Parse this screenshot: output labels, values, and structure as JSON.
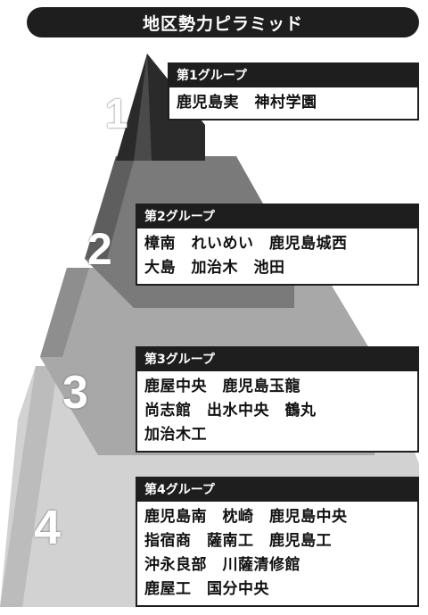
{
  "title": "地区勢力ピラミッド",
  "groups": [
    {
      "number": "1",
      "label": "第1グループ",
      "lines": [
        "鹿児島実　神村学園"
      ]
    },
    {
      "number": "2",
      "label": "第2グループ",
      "lines": [
        "樟南　れいめい　鹿児島城西",
        "大島　加治木　池田"
      ]
    },
    {
      "number": "3",
      "label": "第3グループ",
      "lines": [
        "鹿屋中央　鹿児島玉龍",
        "尚志館　出水中央　鶴丸",
        "加治木工"
      ]
    },
    {
      "number": "4",
      "label": "第4グループ",
      "lines": [
        "鹿児島南　枕崎　鹿児島中央",
        "指宿商　薩南工　鹿児島工",
        "沖永良部　川薩清修館",
        "鹿屋工　国分中央"
      ]
    }
  ],
  "colors": {
    "dark": "#1e1e1e",
    "tier1": "#2a2a2a",
    "tier2": "#7a7a7a",
    "tier3": "#a8a8a8",
    "tier4": "#d2d2d2"
  }
}
